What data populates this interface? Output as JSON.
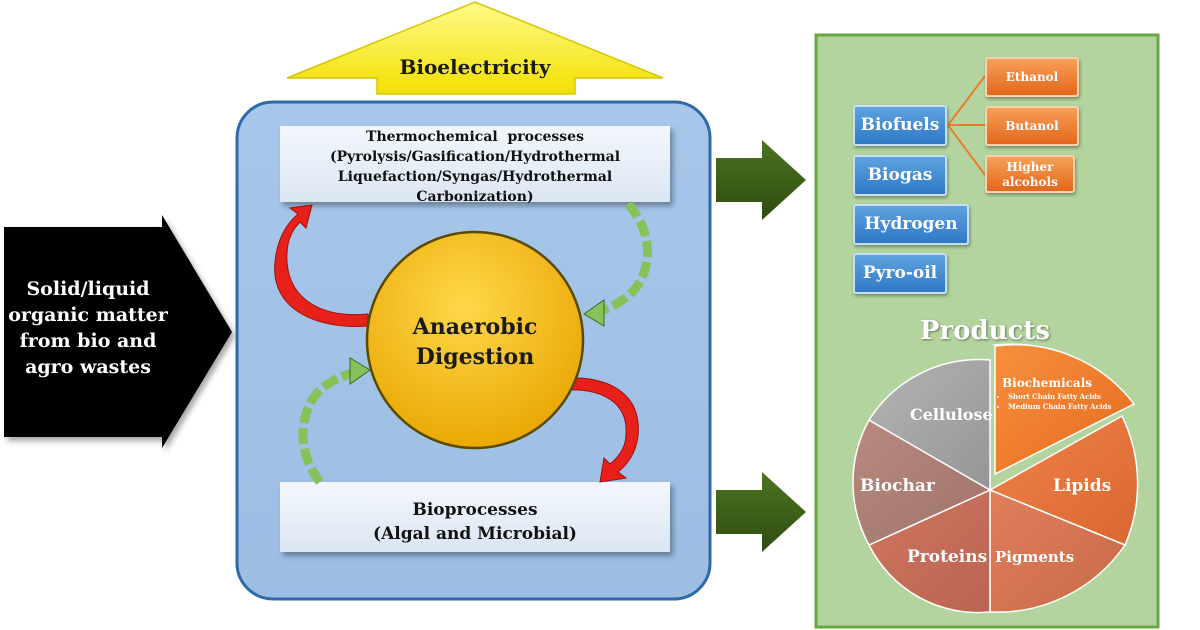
{
  "input": {
    "text": "Solid/liquid organic matter from bio and agro wastes"
  },
  "output_top": {
    "label": "Bioelectricity"
  },
  "thermochemical": {
    "line1": "Thermochemical  processes",
    "line2": "(Pyrolysis/Gasification/Hydrothermal",
    "line3": "Liquefaction/Syngas/Hydrothermal",
    "line4": "Carbonization)"
  },
  "center": {
    "line1": "Anaerobic",
    "line2": "Digestion"
  },
  "bioprocesses": {
    "line1": "Bioprocesses",
    "line2": "(Algal and Microbial)"
  },
  "fuels": {
    "items": [
      "Biofuels",
      "Biogas",
      "Hydrogen",
      "Pyro-oil"
    ]
  },
  "alcohols": {
    "items": [
      "Ethanol",
      "Butanol",
      "Higher alcohols"
    ]
  },
  "products": {
    "title": "Products",
    "slices": [
      "Biochemicals",
      "Lipids",
      "Pigments",
      "Proteins",
      "Biochar",
      "Cellulose"
    ],
    "biochem_bullets": [
      "Short Chain Fatty Acids",
      "Medium Chain Fatty Acids"
    ]
  },
  "colors": {
    "input_arrow": "#000000",
    "top_arrow": "#ffef3a",
    "process_panel": "#a4c3e8",
    "center_circle": "#f6c21a",
    "products_panel": "#b3d49e",
    "flow_arrows": "#3a5a14",
    "blue_button": "#3b86d1",
    "orange_button": "#ec7c2c",
    "pie_orange": "#ed7d31",
    "pie_salmon": "#c86e52",
    "pie_brown": "#ad7d72",
    "pie_gray": "#a6a6a6",
    "curved_red": "#e8201a",
    "curved_green": "#86c25a"
  }
}
